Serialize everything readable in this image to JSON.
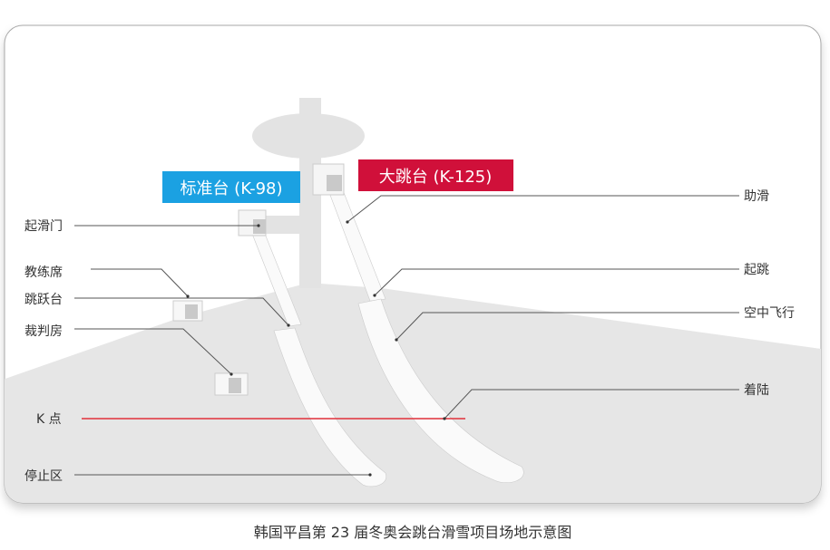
{
  "title_small": "标准台 (K-98)",
  "title_large": "大跳台 (K-125)",
  "left_labels": {
    "start_gate": "起滑门",
    "coach_stand": "教练席",
    "jump_platform": "跳跃台",
    "judge_tower": "裁判房",
    "k_point": "K 点",
    "stop_area": "停止区"
  },
  "right_labels": {
    "inrun": "助滑",
    "takeoff": "起跳",
    "flight": "空中飞行",
    "landing": "着陆"
  },
  "caption": "韩国平昌第 23 届冬奥会跳台滑雪项目场地示意图",
  "colors": {
    "small_hill": "#1ba1e2",
    "large_hill": "#d0103a",
    "k_line": "#e0303a"
  }
}
